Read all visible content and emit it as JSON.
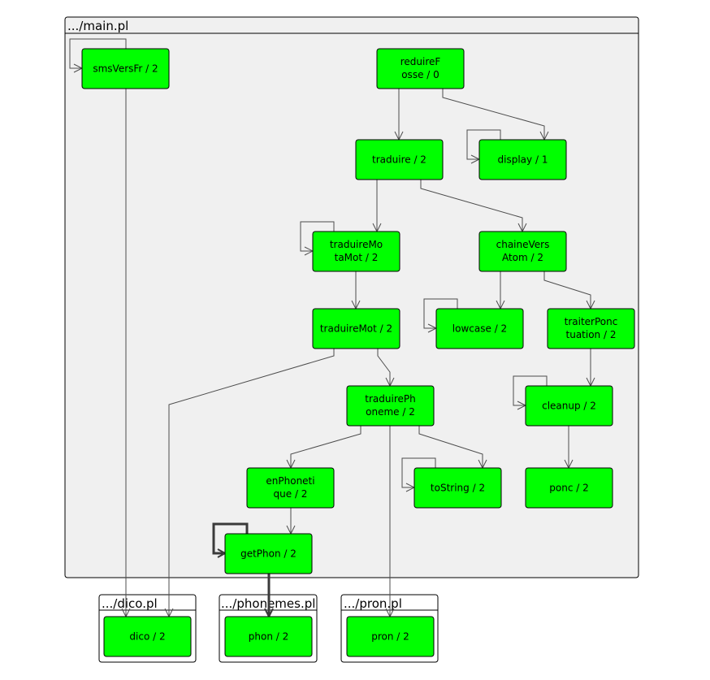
{
  "colors": {
    "node_fill": "#00ff00",
    "package_fill": "#f0f0f0",
    "edge": "#4d4d4d"
  },
  "packages": {
    "main": ".../main.pl",
    "dico": ".../dico.pl",
    "phonemes": ".../phonemes.pl",
    "pron": ".../pron.pl"
  },
  "nodes": {
    "smsVersFr": [
      "smsVersFr / 2"
    ],
    "reduireFosse": [
      "reduireF",
      "osse / 0"
    ],
    "traduire": [
      "traduire / 2"
    ],
    "display": [
      "display / 1"
    ],
    "traduireMotaMot": [
      "traduireMo",
      "taMot / 2"
    ],
    "chaineVersAtom": [
      "chaineVers",
      "Atom / 2"
    ],
    "traduireMot": [
      "traduireMot / 2"
    ],
    "lowcase": [
      "lowcase / 2"
    ],
    "traiterPonctuation": [
      "traiterPonc",
      "tuation / 2"
    ],
    "traduirePhoneme": [
      "traduirePh",
      "oneme / 2"
    ],
    "cleanup": [
      "cleanup / 2"
    ],
    "enPhonetique": [
      "enPhoneti",
      "que / 2"
    ],
    "toString": [
      "toString / 2"
    ],
    "ponc": [
      "ponc / 2"
    ],
    "getPhon": [
      "getPhon / 2"
    ],
    "dico": [
      "dico / 2"
    ],
    "phon": [
      "phon / 2"
    ],
    "pron": [
      "pron / 2"
    ]
  }
}
